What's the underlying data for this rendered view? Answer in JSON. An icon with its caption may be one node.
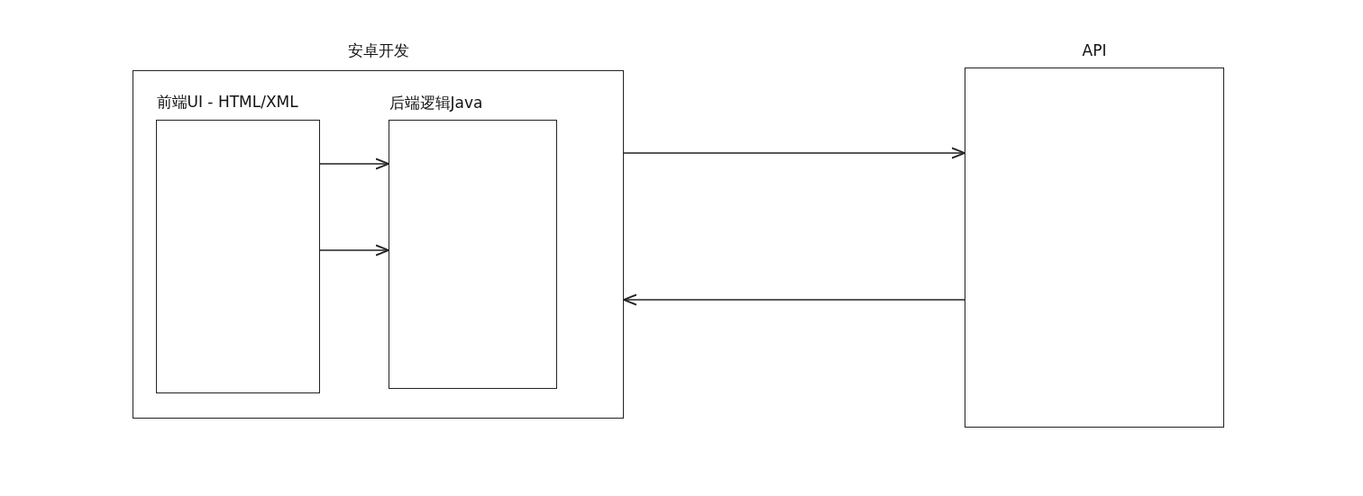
{
  "diagram": {
    "nodes": [
      {
        "text": [
          "安卓开发"
        ]
      },
      {
        "text": [
          "前端UI - HTML/XML"
        ],
        "in": 0
      },
      {
        "text": [
          "后端逻辑Java"
        ],
        "in": 0
      },
      {
        "text": [
          "API"
        ]
      }
    ],
    "edges": [
      {
        "from": 1,
        "to": 2,
        "arrow": "to"
      },
      {
        "from": 1,
        "to": 2,
        "arrow": "to"
      },
      {
        "from": 0,
        "to": 3,
        "arrow": "to"
      },
      {
        "from": 3,
        "to": 0,
        "arrow": "to"
      }
    ]
  }
}
